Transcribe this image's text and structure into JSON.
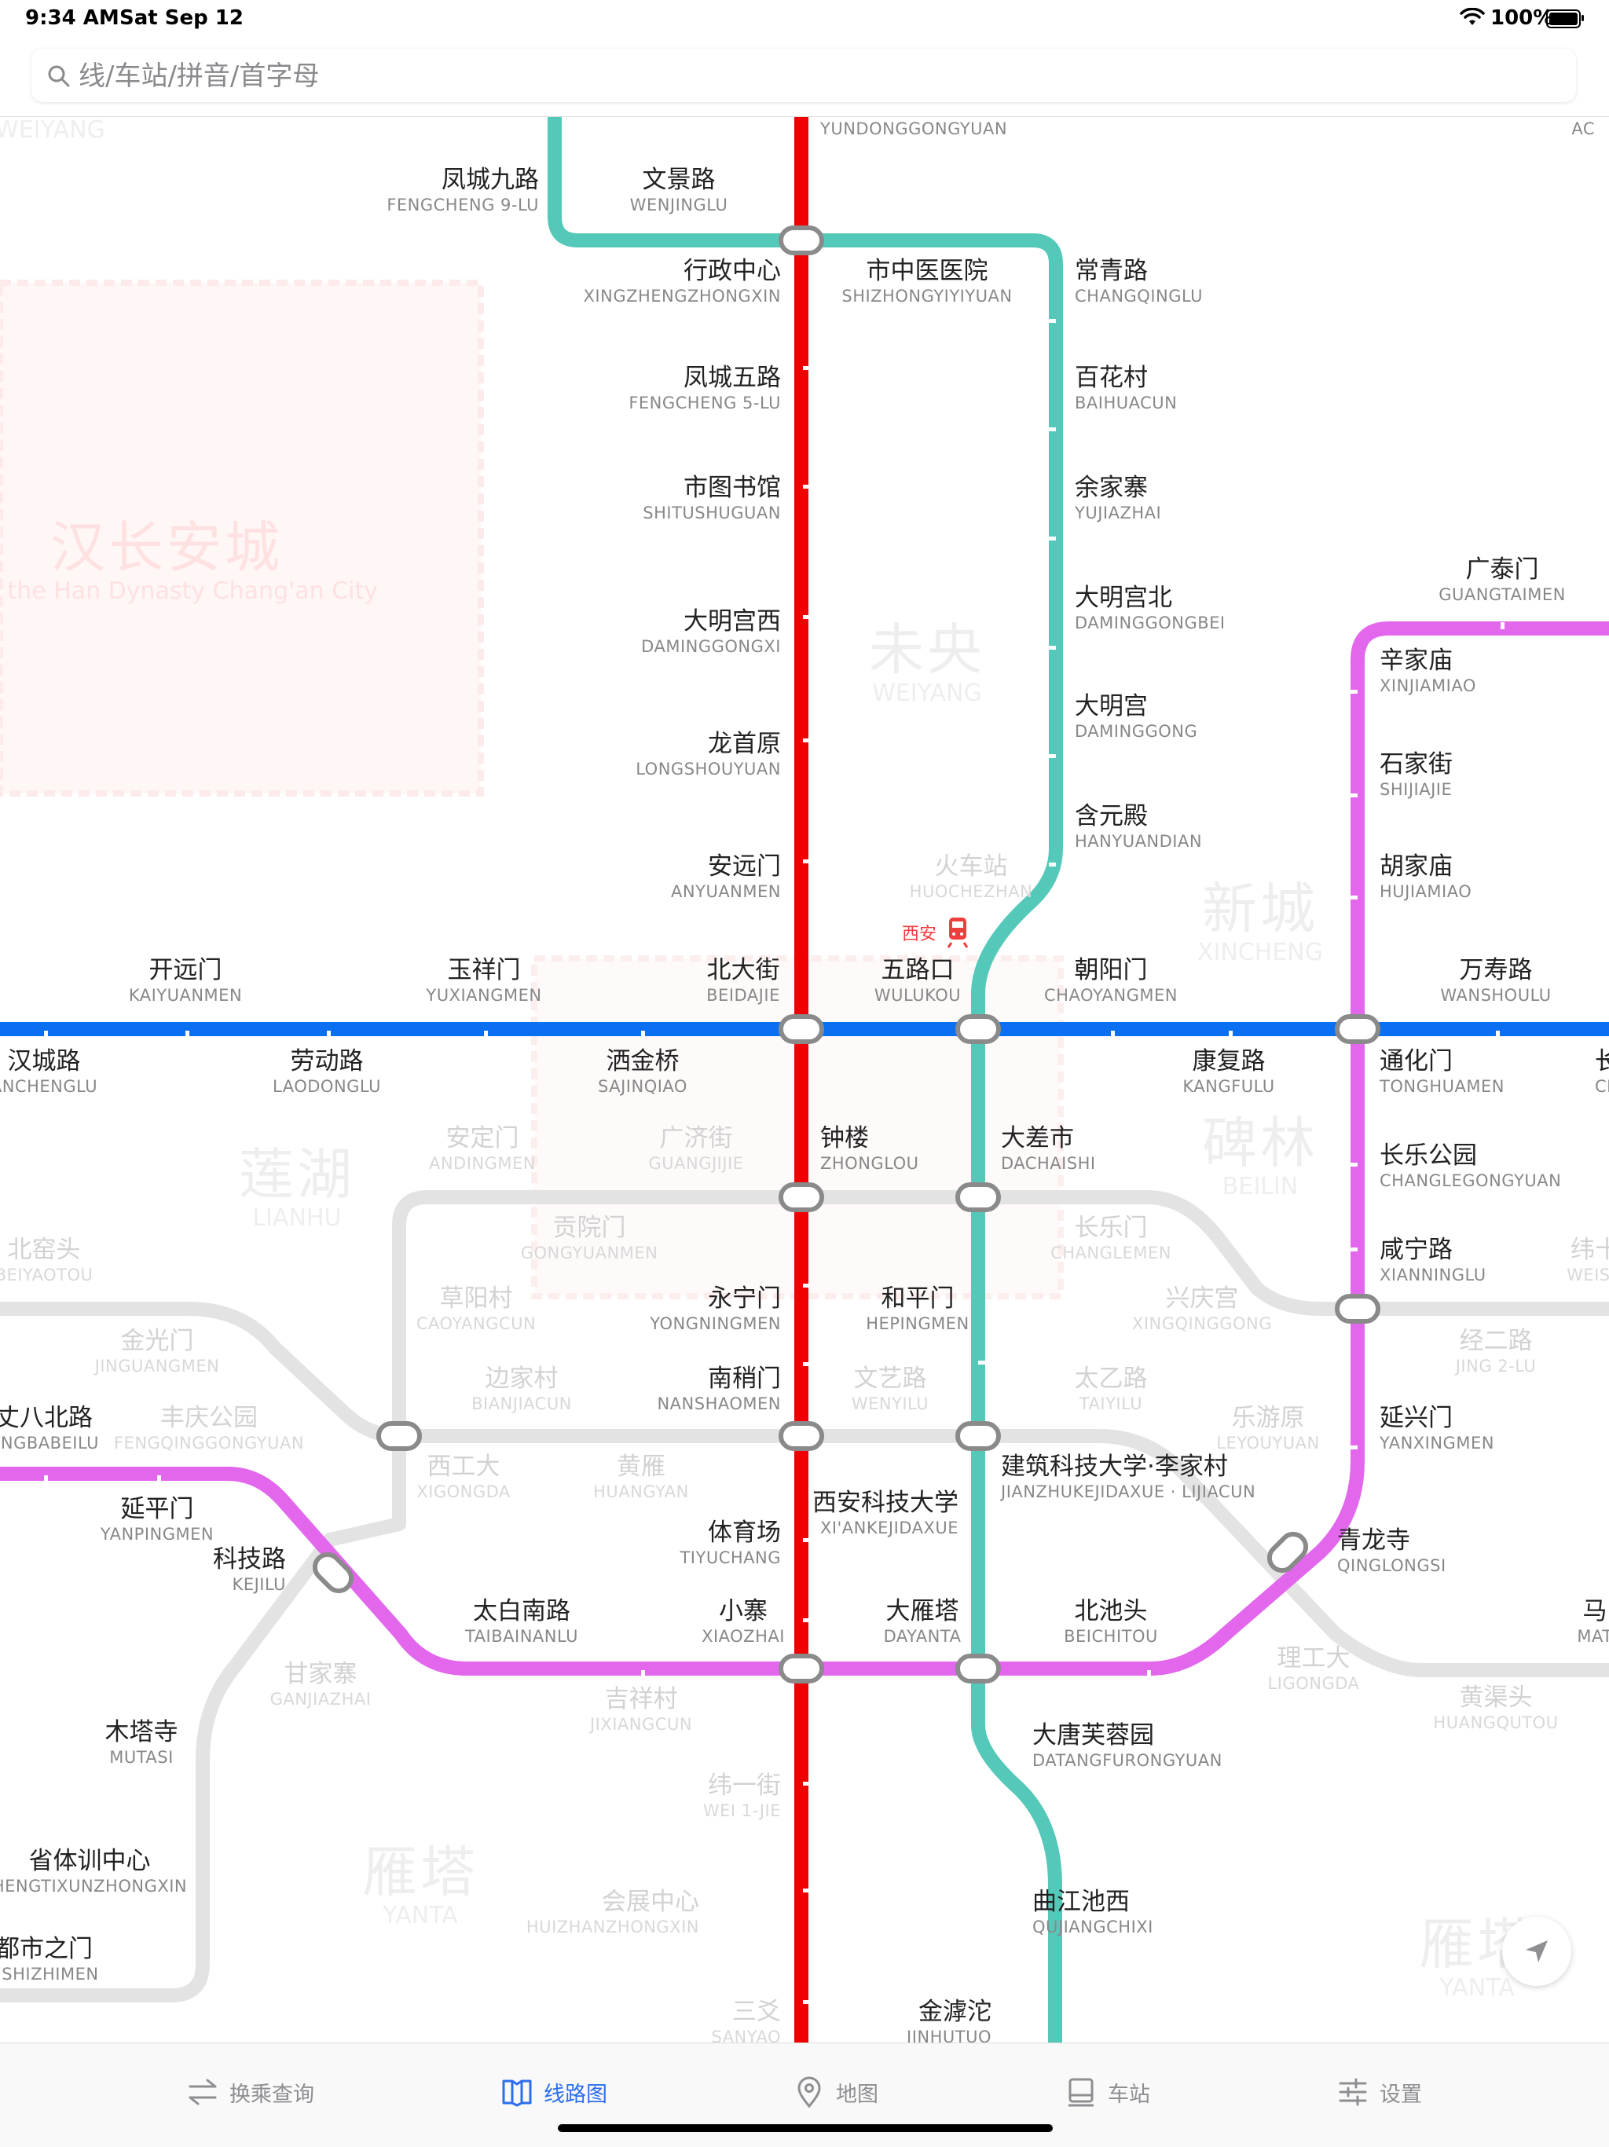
{
  "status_bar": {
    "time": "9:34 AM",
    "date": "Sat Sep 12",
    "battery": "100%"
  },
  "search": {
    "placeholder": "线/车站/拼音/首字母"
  },
  "districts": [
    {
      "cn": "汉长安城",
      "py": "e of the Han Dynasty Chang'an City",
      "tone": "red"
    },
    {
      "cn": "未央",
      "py": "WEIYANG"
    },
    {
      "cn": "新城",
      "py": "XINCHENG"
    },
    {
      "cn": "莲湖",
      "py": "LIANHU"
    },
    {
      "cn": "碑林",
      "py": "BEILIN"
    },
    {
      "cn": "雁塔",
      "py": "YANTA"
    },
    {
      "cn": "雁塔",
      "py": "YANTA"
    },
    {
      "cn": "",
      "py": "WEIYANG"
    }
  ],
  "stations": [
    {
      "cn": "",
      "py": "YUNDONGGONGYUAN"
    },
    {
      "cn": "凤城九路",
      "py": "FENGCHENG 9-LU"
    },
    {
      "cn": "文景路",
      "py": "WENJINGLU"
    },
    {
      "cn": "行政中心",
      "py": "XINGZHENGZHONGXIN"
    },
    {
      "cn": "市中医医院",
      "py": "SHIZHONGYIYIYUAN"
    },
    {
      "cn": "常青路",
      "py": "CHANGQINGLU"
    },
    {
      "cn": "凤城五路",
      "py": "FENGCHENG 5-LU"
    },
    {
      "cn": "百花村",
      "py": "BAIHUACUN"
    },
    {
      "cn": "市图书馆",
      "py": "SHITUSHUGUAN"
    },
    {
      "cn": "余家寨",
      "py": "YUJIAZHAI"
    },
    {
      "cn": "广泰门",
      "py": "GUANGTAIMEN"
    },
    {
      "cn": "大明宫西",
      "py": "DAMINGGONGXI"
    },
    {
      "cn": "大明宫北",
      "py": "DAMINGGONGBEI"
    },
    {
      "cn": "辛家庙",
      "py": "XINJIAMIAO"
    },
    {
      "cn": "大明宫",
      "py": "DAMINGGONG"
    },
    {
      "cn": "龙首原",
      "py": "LONGSHOUYUAN"
    },
    {
      "cn": "石家街",
      "py": "SHIJIAJIE"
    },
    {
      "cn": "含元殿",
      "py": "HANYUANDIAN"
    },
    {
      "cn": "安远门",
      "py": "ANYUANMEN"
    },
    {
      "cn": "火车站",
      "py": "HUOCHEZHAN"
    },
    {
      "cn": "胡家庙",
      "py": "HUJIAMIAO"
    },
    {
      "cn": "开远门",
      "py": "KAIYUANMEN"
    },
    {
      "cn": "玉祥门",
      "py": "YUXIANGMEN"
    },
    {
      "cn": "北大街",
      "py": "BEIDAJIE"
    },
    {
      "cn": "五路口",
      "py": "WULUKOU"
    },
    {
      "cn": "朝阳门",
      "py": "CHAOYANGMEN"
    },
    {
      "cn": "万寿路",
      "py": "WANSHOULU"
    },
    {
      "cn": "汉城路",
      "py": "ANCHENGLU"
    },
    {
      "cn": "劳动路",
      "py": "LAODONGLU"
    },
    {
      "cn": "洒金桥",
      "py": "SAJINQIAO"
    },
    {
      "cn": "康复路",
      "py": "KANGFULU"
    },
    {
      "cn": "通化门",
      "py": "TONGHUAMEN"
    },
    {
      "cn": "长",
      "py": "CHA"
    },
    {
      "cn": "安定门",
      "py": "ANDINGMEN"
    },
    {
      "cn": "广济街",
      "py": "GUANGJIJIE"
    },
    {
      "cn": "钟楼",
      "py": "ZHONGLOU"
    },
    {
      "cn": "大差市",
      "py": "DACHAISHI"
    },
    {
      "cn": "长乐公园",
      "py": "CHANGLEGONGYUAN"
    },
    {
      "cn": "北窑头",
      "py": "BEIYAOTOU"
    },
    {
      "cn": "贡院门",
      "py": "GONGYUANMEN"
    },
    {
      "cn": "长乐门",
      "py": "CHANGLEMEN"
    },
    {
      "cn": "咸宁路",
      "py": "XIANNINGLU"
    },
    {
      "cn": "纬十",
      "py": "WEISH"
    },
    {
      "cn": "草阳村",
      "py": "CAOYANGCUN"
    },
    {
      "cn": "永宁门",
      "py": "YONGNINGMEN"
    },
    {
      "cn": "和平门",
      "py": "HEPINGMEN"
    },
    {
      "cn": "兴庆宫",
      "py": "XINGQINGGONG"
    },
    {
      "cn": "金光门",
      "py": "JINGUANGMEN"
    },
    {
      "cn": "经二路",
      "py": "JING 2-LU"
    },
    {
      "cn": "边家村",
      "py": "BIANJIACUN"
    },
    {
      "cn": "南稍门",
      "py": "NANSHAOMEN"
    },
    {
      "cn": "文艺路",
      "py": "WENYILU"
    },
    {
      "cn": "太乙路",
      "py": "TAIYILU"
    },
    {
      "cn": "丈八北路",
      "py": "ANGBABEILU"
    },
    {
      "cn": "丰庆公园",
      "py": "FENGQINGGONGYUAN"
    },
    {
      "cn": "乐游原",
      "py": "LEYOUYUAN"
    },
    {
      "cn": "延兴门",
      "py": "YANXINGMEN"
    },
    {
      "cn": "西工大",
      "py": "XIGONGDA"
    },
    {
      "cn": "黄雁",
      "py": "HUANGYAN"
    },
    {
      "cn": "建筑科技大学·李家村",
      "py": "JIANZHUKEJIDAXUE · LIJIACUN"
    },
    {
      "cn": "延平门",
      "py": "YANPINGMEN"
    },
    {
      "cn": "西安科技大学",
      "py": "XI'ANKEJIDAXUE"
    },
    {
      "cn": "体育场",
      "py": "TIYUCHANG"
    },
    {
      "cn": "科技路",
      "py": "KEJILU"
    },
    {
      "cn": "青龙寺",
      "py": "QINGLONGSI"
    },
    {
      "cn": "太白南路",
      "py": "TAIBAINANLU"
    },
    {
      "cn": "小寨",
      "py": "XIAOZHAI"
    },
    {
      "cn": "大雁塔",
      "py": "DAYANTA"
    },
    {
      "cn": "北池头",
      "py": "BEICHITOU"
    },
    {
      "cn": "马",
      "py": "MAT"
    },
    {
      "cn": "理工大",
      "py": "LIGONGDA"
    },
    {
      "cn": "甘家寨",
      "py": "GANJIAZHAI"
    },
    {
      "cn": "吉祥村",
      "py": "JIXIANGCUN"
    },
    {
      "cn": "黄渠头",
      "py": "HUANGQUTOU"
    },
    {
      "cn": "大唐芙蓉园",
      "py": "DATANGFURONGYUAN"
    },
    {
      "cn": "木塔寺",
      "py": "MUTASI"
    },
    {
      "cn": "纬一街",
      "py": "WEI 1-JIE"
    },
    {
      "cn": "省体训中心",
      "py": "HENGTIXUNZHONGXIN"
    },
    {
      "cn": "会展中心",
      "py": "HUIZHANZHONGXIN"
    },
    {
      "cn": "曲江池西",
      "py": "QUJIANGCHIXI"
    },
    {
      "cn": "都市之门",
      "py": "USHIZHIMEN"
    },
    {
      "cn": "三爻",
      "py": "SANYAO"
    },
    {
      "cn": "金滹沱",
      "py": "JINHUTUO"
    },
    {
      "cn": "",
      "py": "AC"
    }
  ],
  "station_icon_label": "西安",
  "lines": {
    "line1_color": "#0a6ff0",
    "line2_color": "#f00000",
    "line3_color": "#e367ec",
    "line4_color": "#54c9b9",
    "inactive_color": "#e3e3e3"
  },
  "tabs": [
    {
      "label": "换乘查询",
      "icon": "transfer-icon",
      "active": false
    },
    {
      "label": "线路图",
      "icon": "map-book-icon",
      "active": true
    },
    {
      "label": "地图",
      "icon": "location-pin-icon",
      "active": false
    },
    {
      "label": "车站",
      "icon": "station-icon",
      "active": false
    },
    {
      "label": "设置",
      "icon": "settings-sliders-icon",
      "active": false
    }
  ]
}
